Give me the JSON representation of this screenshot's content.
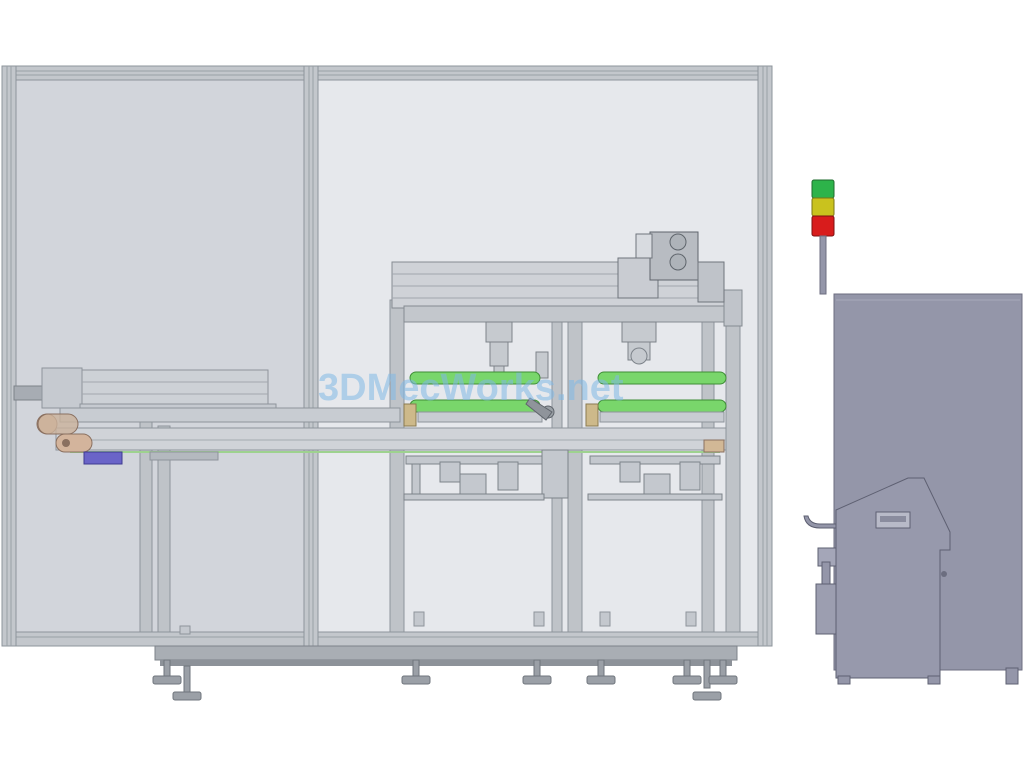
{
  "watermark": {
    "text": "3DMecWorks.net",
    "color": "#7fb8e6"
  },
  "colors": {
    "frame_profile": "#b9bec4",
    "frame_edge": "#8e949b",
    "glass_panel": "#d3d6dc",
    "glass_panel_light": "#e4e6ea",
    "cabinet": "#9496a9",
    "cabinet_edge": "#6c6e80",
    "roller_green": "#79d66b",
    "belt_blue": "#6a64c8",
    "tan_part": "#cdb98a",
    "signal_green": "#2db34a",
    "signal_yellow": "#c9c21e",
    "signal_red": "#d81c1c"
  },
  "signal_tower": {
    "lights": [
      "green",
      "yellow",
      "red"
    ]
  }
}
